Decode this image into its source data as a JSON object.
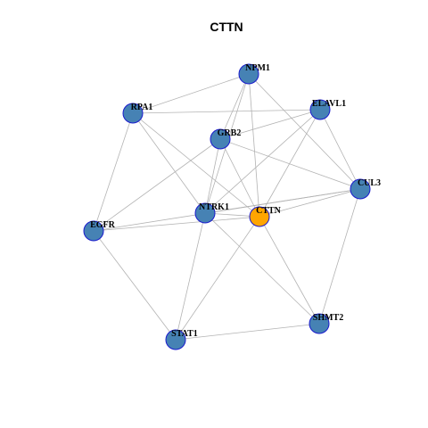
{
  "title": "CTTN",
  "colors": {
    "node_fill": "#4682b4",
    "center_fill": "#ffa500",
    "node_stroke": "#1a1acd",
    "edge": "#b3b3b3"
  },
  "nodes": [
    {
      "id": "NPM1",
      "label": "NPM1",
      "center": false
    },
    {
      "id": "ELAVL1",
      "label": "ELAVL1",
      "center": false
    },
    {
      "id": "RPA1",
      "label": "RPA1",
      "center": false
    },
    {
      "id": "GRB2",
      "label": "GRB2",
      "center": false
    },
    {
      "id": "CUL3",
      "label": "CUL3",
      "center": false
    },
    {
      "id": "NTRK1",
      "label": "NTRK1",
      "center": false
    },
    {
      "id": "CTTN",
      "label": "CTTN",
      "center": true
    },
    {
      "id": "EGFR",
      "label": "EGFR",
      "center": false
    },
    {
      "id": "SHMT2",
      "label": "SHMT2",
      "center": false
    },
    {
      "id": "STAT1",
      "label": "STAT1",
      "center": false
    }
  ],
  "edges": [
    [
      "NPM1",
      "RPA1"
    ],
    [
      "NPM1",
      "GRB2"
    ],
    [
      "NPM1",
      "NTRK1"
    ],
    [
      "NPM1",
      "CTTN"
    ],
    [
      "NPM1",
      "CUL3"
    ],
    [
      "RPA1",
      "ELAVL1"
    ],
    [
      "RPA1",
      "NTRK1"
    ],
    [
      "RPA1",
      "CTTN"
    ],
    [
      "RPA1",
      "EGFR"
    ],
    [
      "ELAVL1",
      "GRB2"
    ],
    [
      "ELAVL1",
      "NTRK1"
    ],
    [
      "ELAVL1",
      "CTTN"
    ],
    [
      "ELAVL1",
      "CUL3"
    ],
    [
      "GRB2",
      "NTRK1"
    ],
    [
      "GRB2",
      "CTTN"
    ],
    [
      "GRB2",
      "EGFR"
    ],
    [
      "GRB2",
      "CUL3"
    ],
    [
      "NTRK1",
      "CUL3"
    ],
    [
      "NTRK1",
      "CTTN"
    ],
    [
      "NTRK1",
      "STAT1"
    ],
    [
      "NTRK1",
      "SHMT2"
    ],
    [
      "CTTN",
      "EGFR"
    ],
    [
      "CTTN",
      "CUL3"
    ],
    [
      "CTTN",
      "STAT1"
    ],
    [
      "CTTN",
      "SHMT2"
    ],
    [
      "EGFR",
      "CUL3"
    ],
    [
      "EGFR",
      "STAT1"
    ],
    [
      "STAT1",
      "SHMT2"
    ],
    [
      "SHMT2",
      "CUL3"
    ]
  ]
}
